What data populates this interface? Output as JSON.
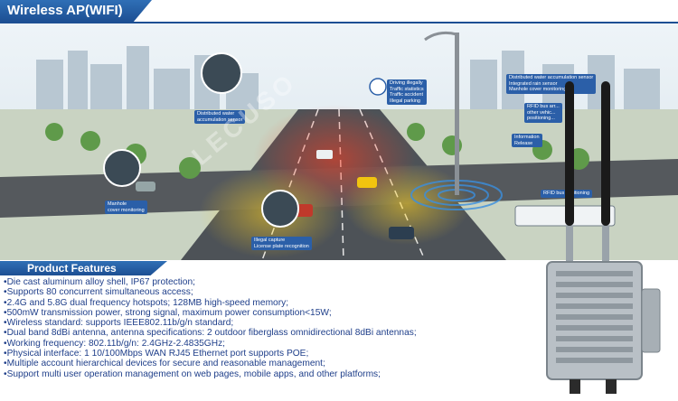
{
  "header": {
    "title": "Wireless AP(WIFI)"
  },
  "scene": {
    "callouts": [
      "Distributed water\naccumulation sensor",
      "Driving illegally\nTraffic statistics\nTraffic accident\nIllegal parking",
      "Distributed water accumulation sensor\nIntegrated rain sensor\nManhole cover monitoring",
      "RFID bus arr...\nother vehic...\npositioning...",
      "Information\nRelease",
      "RFID bus positioning",
      "Manhole\ncover monitoring",
      "Illegal capture\nLicense plate recognition"
    ],
    "watermark": "LECUSO"
  },
  "features": {
    "title": "Product Features",
    "items": [
      "Die cast aluminum alloy shell, IP67 protection;",
      "Supports 80 concurrent simultaneous access;",
      "2.4G and 5.8G dual frequency hotspots; 128MB high-speed memory;",
      "500mW transmission power, strong signal, maximum power consumption<15W;",
      "Wireless standard: supports IEEE802.11b/g/n standard;",
      "Dual band 8dBi antenna, antenna specifications: 2 outdoor fiberglass omnidirectional 8dBi antennas;",
      "Working frequency: 802.11b/g/n: 2.4GHz-2.4835GHz;",
      "Physical interface: 1 10/100Mbps WAN RJ45 Ethernet port supports POE;",
      "Multiple account hierarchical devices for secure and reasonable management;",
      "Support multi user operation management on web pages, mobile apps, and other platforms;"
    ]
  },
  "colors": {
    "accent": "#1d4f93",
    "text": "#1f3f8a"
  }
}
